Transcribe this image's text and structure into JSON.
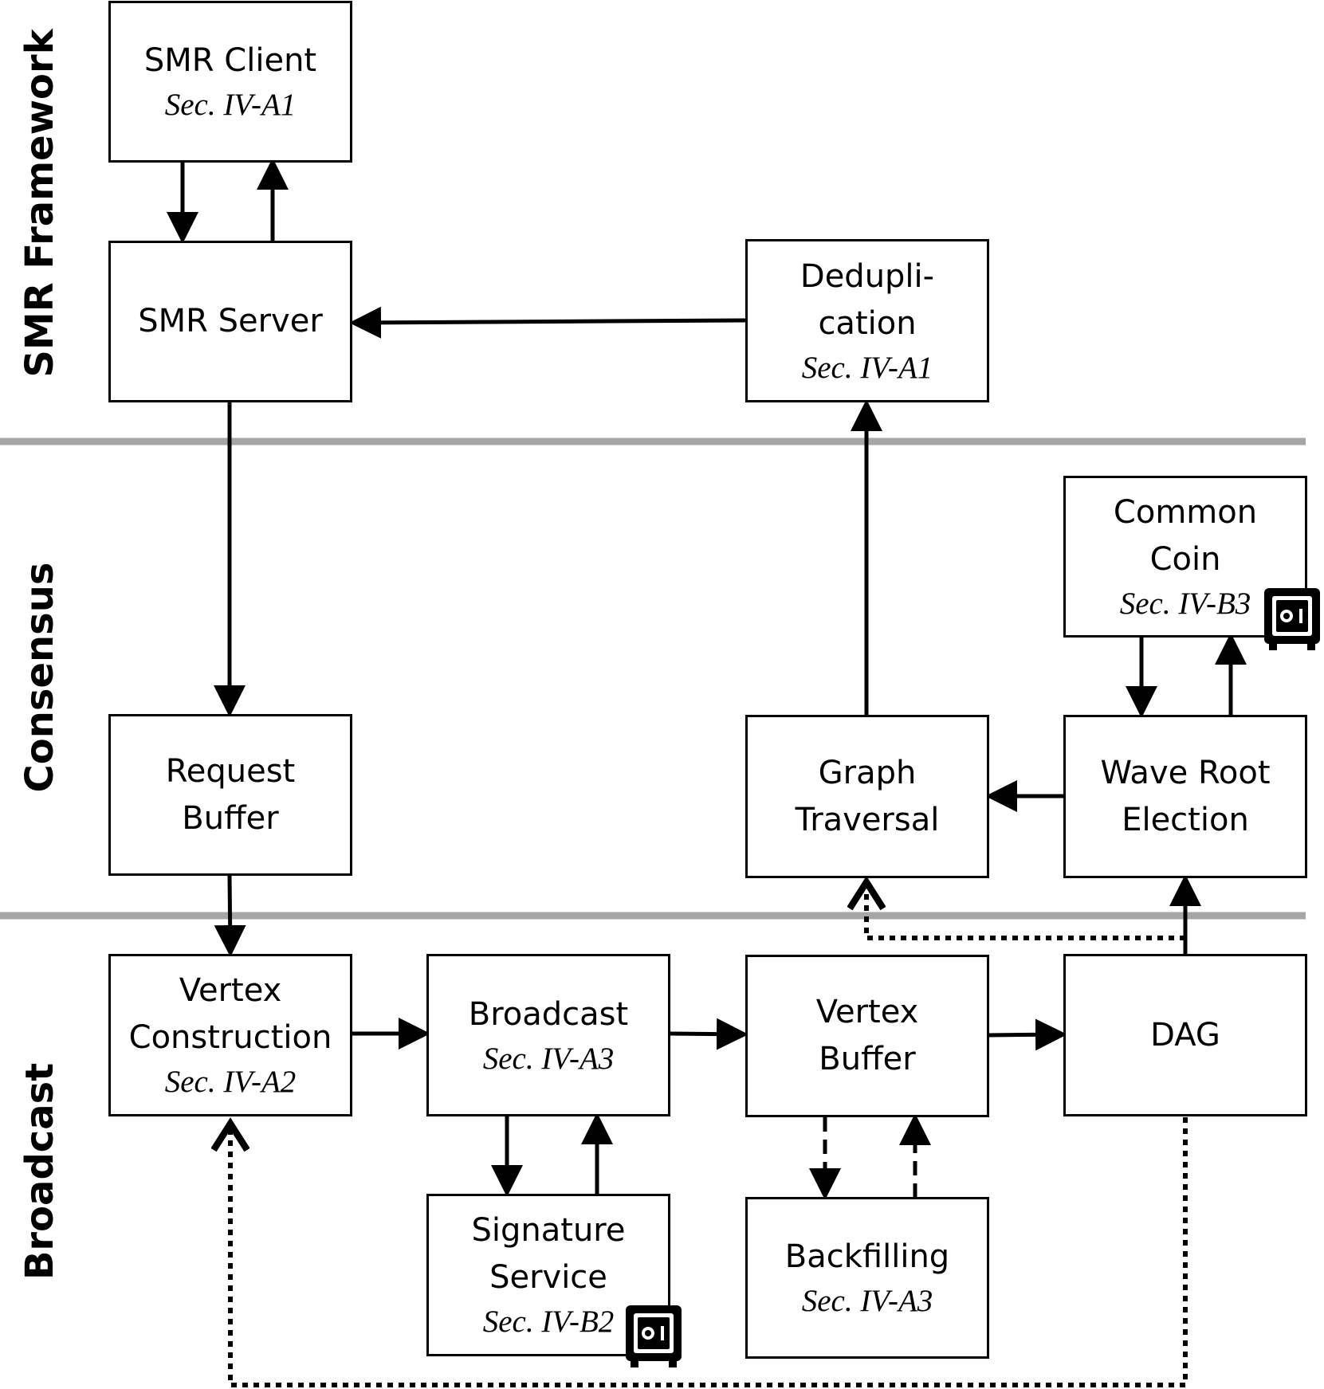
{
  "layers": {
    "smr_framework": "SMR Framework",
    "consensus": "Consensus",
    "broadcast": "Broadcast"
  },
  "boxes": {
    "smr_client": {
      "title": "SMR Client",
      "section": "Sec. IV-A1"
    },
    "smr_server": {
      "title": "SMR Server"
    },
    "deduplication": {
      "title_line1": "Dedupli-",
      "title_line2": "cation",
      "section": "Sec. IV-A1"
    },
    "common_coin": {
      "title_line1": "Common",
      "title_line2": "Coin",
      "section": "Sec. IV-B3"
    },
    "request_buffer": {
      "title_line1": "Request",
      "title_line2": "Buffer"
    },
    "graph_traversal": {
      "title_line1": "Graph",
      "title_line2": "Traversal"
    },
    "wave_root_election": {
      "title_line1": "Wave Root",
      "title_line2": "Election"
    },
    "vertex_construction": {
      "title_line1": "Vertex",
      "title_line2": "Construction",
      "section": "Sec. IV-A2"
    },
    "broadcast": {
      "title": "Broadcast",
      "section": "Sec. IV-A3"
    },
    "vertex_buffer": {
      "title_line1": "Vertex",
      "title_line2": "Buffer"
    },
    "dag": {
      "title": "DAG"
    },
    "signature_service": {
      "title_line1": "Signature",
      "title_line2": "Service",
      "section": "Sec. IV-B2"
    },
    "backfilling": {
      "title": "Backfilling",
      "section": "Sec. IV-A3"
    }
  },
  "icons": {
    "secure_enclave": "safe-icon"
  },
  "colors": {
    "separator": "#a6a6a6",
    "stroke": "#000000",
    "background": "#ffffff"
  }
}
